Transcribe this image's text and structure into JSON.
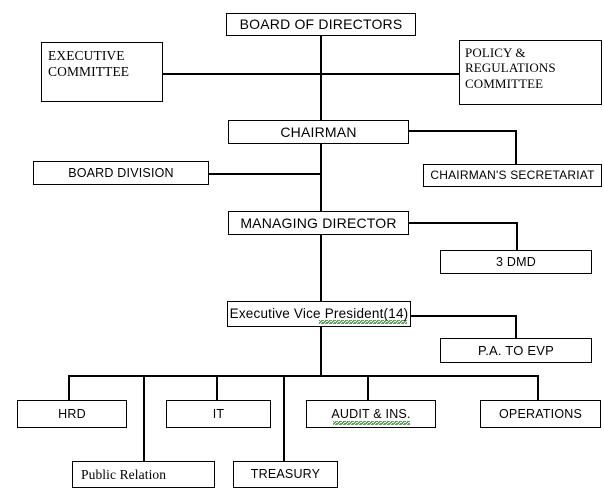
{
  "chart": {
    "title": "Organizational Structure Chart",
    "type": "org-chart",
    "colors": {
      "line": "#000000",
      "box_border": "#000000",
      "box_fill": "#ffffff",
      "text": "#000000",
      "spellcheck_underline": "#1f7a1f"
    },
    "nodes": {
      "board_of_directors": {
        "label": "BOARD OF DIRECTORS"
      },
      "executive_committee": {
        "label": "EXECUTIVE\nCOMMITTEE"
      },
      "policy_regulations_committee": {
        "label": "POLICY                  &",
        "line2": "REGULATIONS",
        "line3": "COMMITTEE"
      },
      "chairman": {
        "label": "CHAIRMAN"
      },
      "board_division": {
        "label": "BOARD DIVISION"
      },
      "chairmans_secretariat": {
        "label": "CHAIRMAN'S  SECRETARIAT"
      },
      "managing_director": {
        "label": "MANAGING DIRECTOR"
      },
      "three_dmd": {
        "label": "3 DMD"
      },
      "executive_vice_president": {
        "label": "Executive Vice President(14)"
      },
      "pa_to_evp": {
        "label": "P.A. TO EVP"
      },
      "hrd": {
        "label": "HRD"
      },
      "it": {
        "label": "IT"
      },
      "audit_and_ins": {
        "label": "AUDIT & INS."
      },
      "operations": {
        "label": "OPERATIONS"
      },
      "public_relation": {
        "label": "Public Relation"
      },
      "treasury": {
        "label": "TREASURY"
      }
    }
  }
}
